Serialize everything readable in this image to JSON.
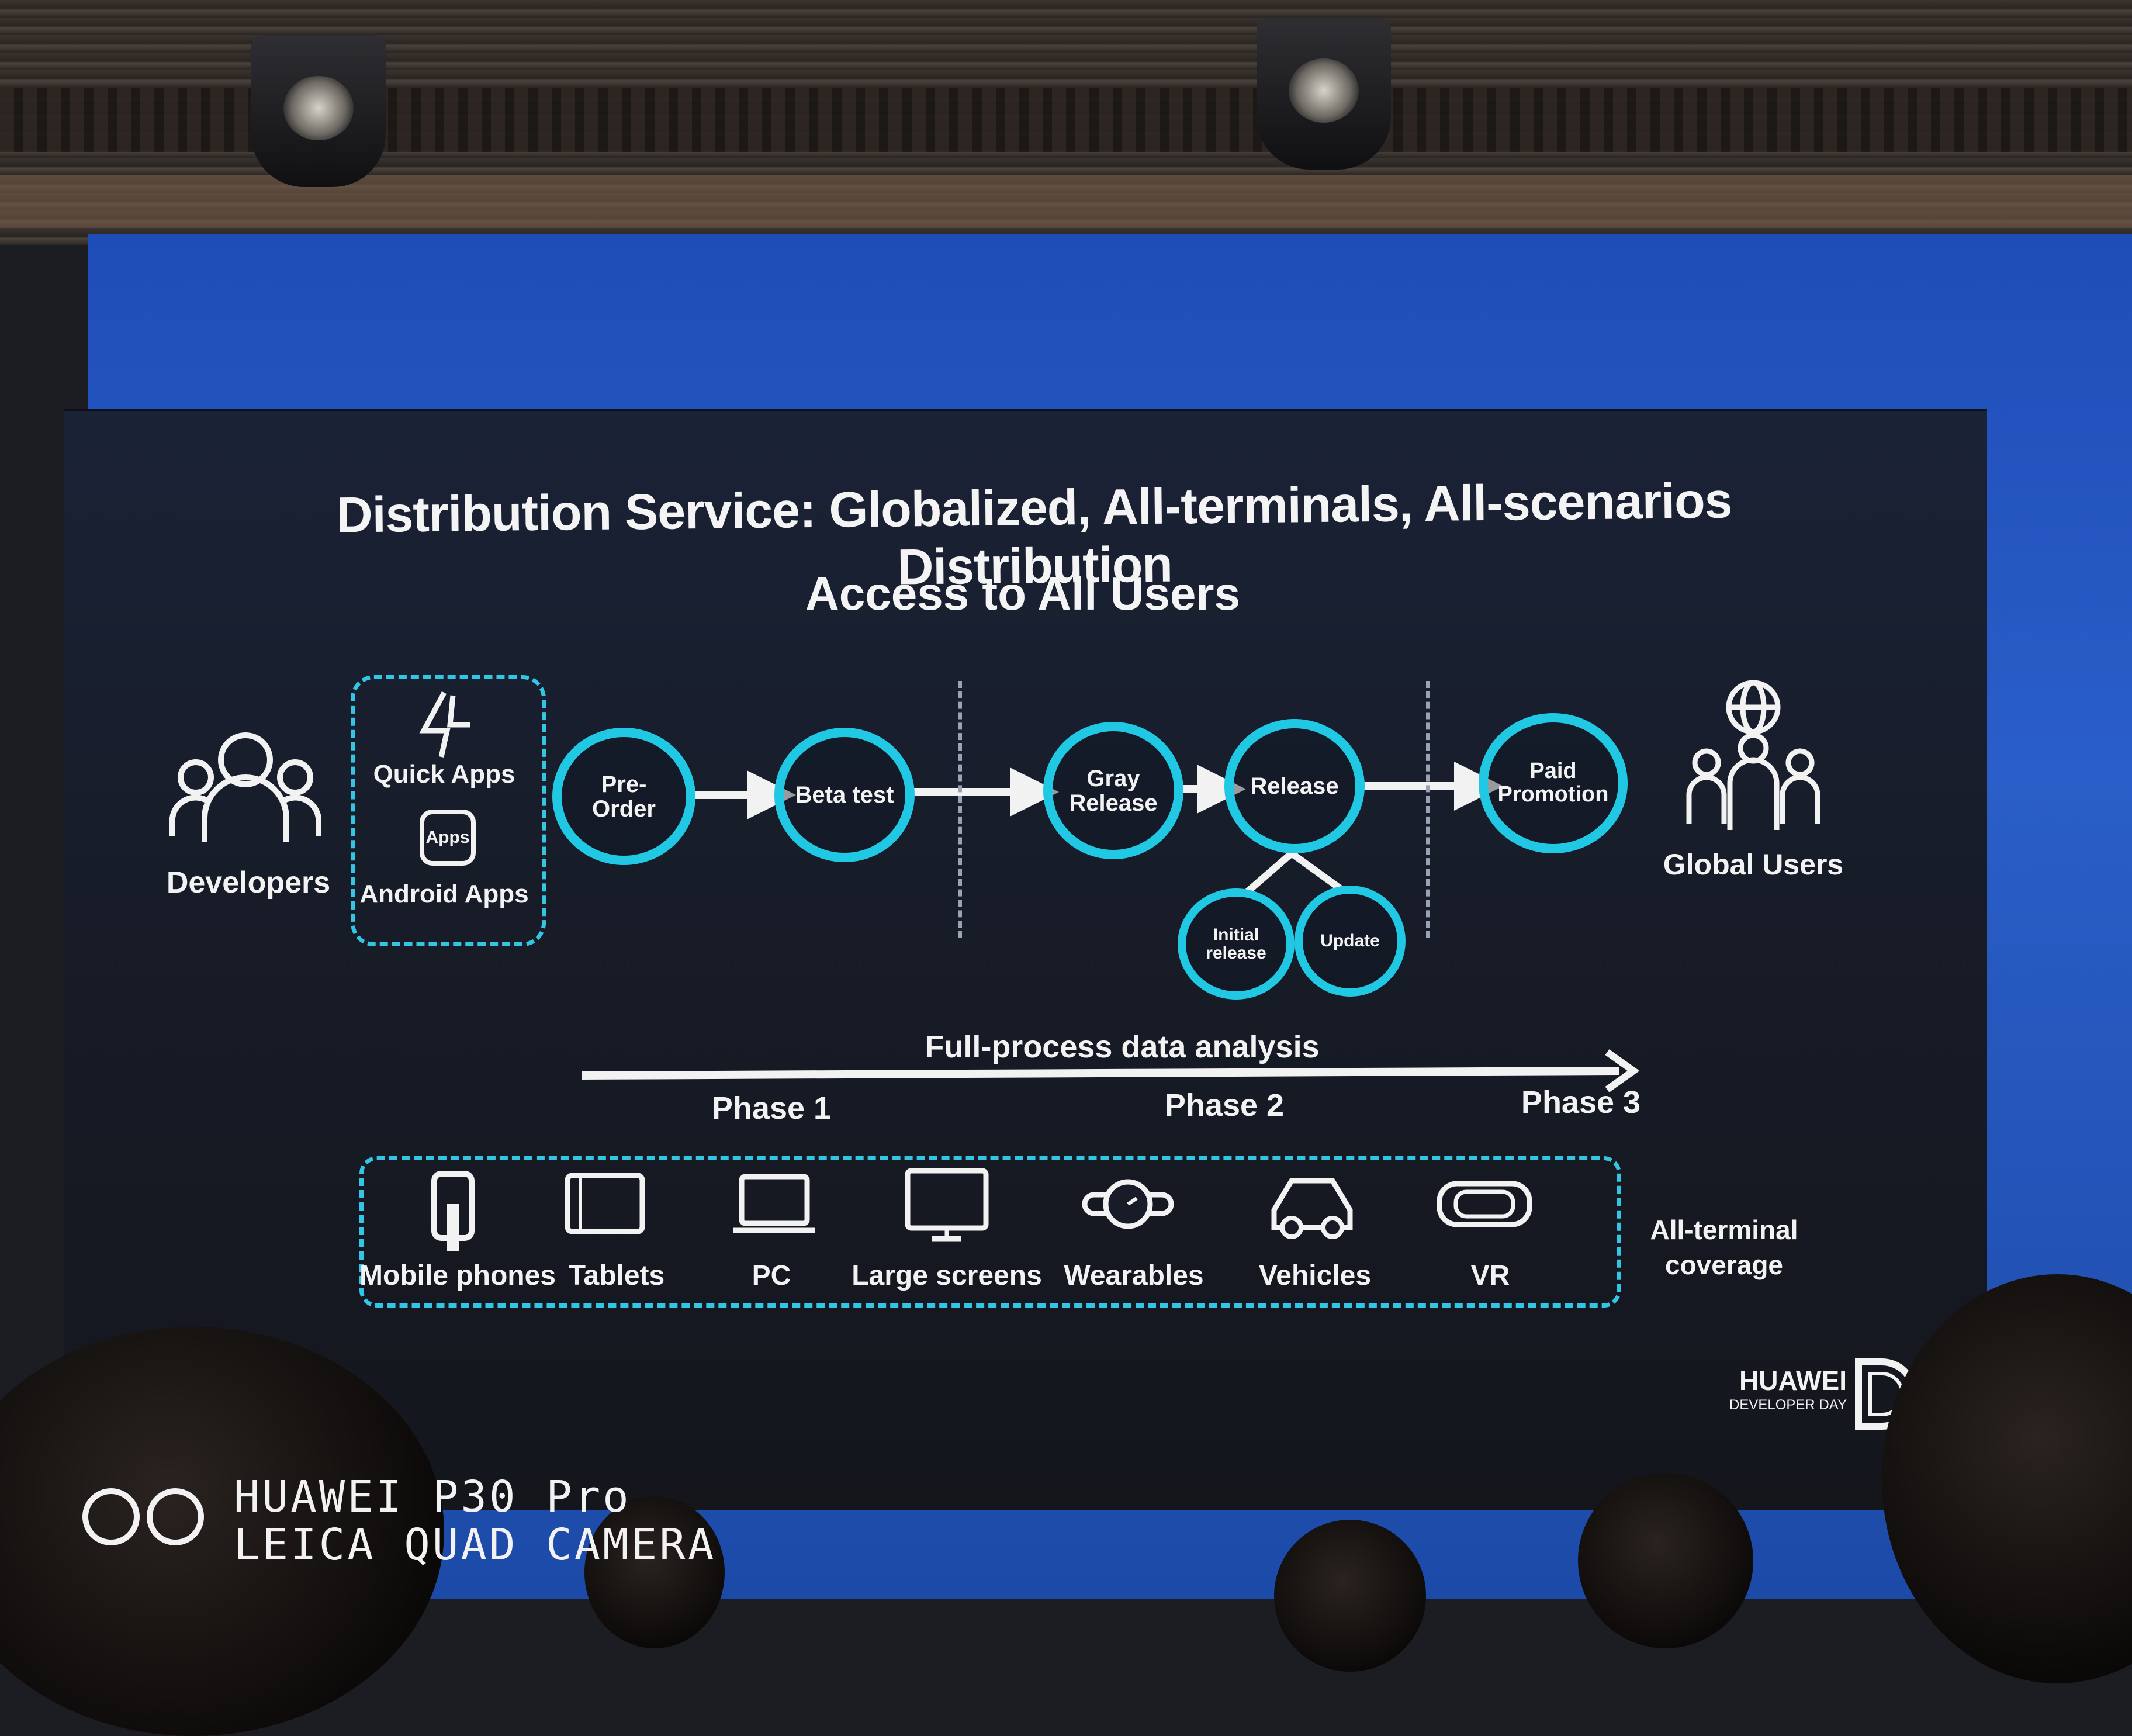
{
  "slide": {
    "title": "Distribution Service: Globalized, All-terminals, All-scenarios Distribution",
    "subtitle": "Access to All Users"
  },
  "left": {
    "developers_label": "Developers",
    "quick_apps_label": "Quick Apps",
    "apps_icon_text": "Apps",
    "android_apps_label": "Android Apps"
  },
  "pipeline": {
    "pre_order": "Pre-\nOrder",
    "beta_test": "Beta test",
    "gray_release": "Gray\nRelease",
    "release": "Release",
    "paid_promotion": "Paid\nPromotion",
    "initial_release": "Initial\nrelease",
    "update": "Update"
  },
  "right": {
    "global_users_label": "Global Users"
  },
  "analysis": {
    "label": "Full-process data analysis",
    "phase1": "Phase 1",
    "phase2": "Phase 2",
    "phase3": "Phase 3"
  },
  "terminals": {
    "mobile": "Mobile phones",
    "tablets": "Tablets",
    "pc": "PC",
    "large_screens": "Large screens",
    "wearables": "Wearables",
    "vehicles": "Vehicles",
    "vr": "VR",
    "coverage_label": "All-terminal\ncoverage"
  },
  "branding": {
    "huawei": "HUAWEI",
    "developer_day": "DEVELOPER DAY"
  },
  "watermark": {
    "line1": "HUAWEI P30 Pro",
    "line2": "LEICA QUAD CAMERA"
  },
  "colors": {
    "accent_cyan": "#21c8e3",
    "wall_blue": "#2a5ec8"
  }
}
